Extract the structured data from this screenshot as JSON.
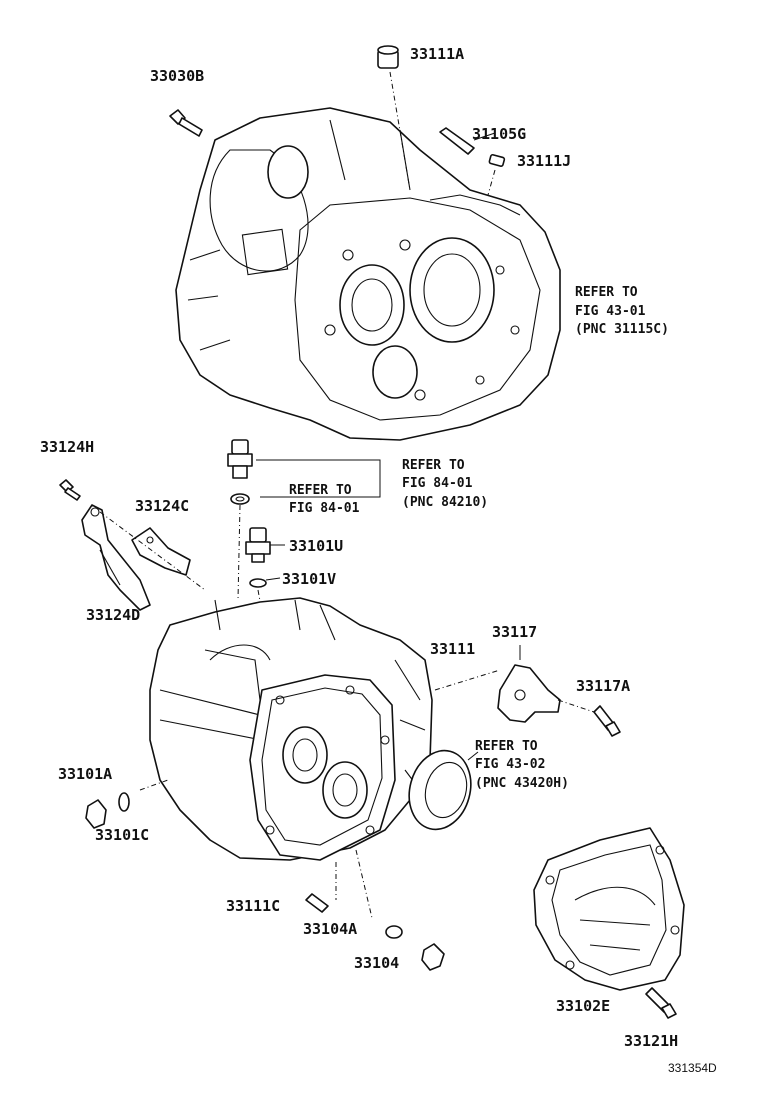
{
  "callouts": {
    "p33111A": "33111A",
    "p33030B": "33030B",
    "p31105G": "31105G",
    "p33111J": "33111J",
    "p33124H": "33124H",
    "p33124C": "33124C",
    "p33124D": "33124D",
    "p33101U": "33101U",
    "p33101V": "33101V",
    "p33111": "33111",
    "p33117": "33117",
    "p33117A": "33117A",
    "p33101A": "33101A",
    "p33101C": "33101C",
    "p33111C": "33111C",
    "p33104A": "33104A",
    "p33104": "33104",
    "p33102E": "33102E",
    "p33121H": "33121H"
  },
  "references": {
    "fig4301": {
      "l1": "REFER TO",
      "l2": "FIG 43-01",
      "l3": "(PNC 31115C)"
    },
    "fig8401a": {
      "l1": "REFER TO",
      "l2": "FIG 84-01",
      "l3": "(PNC 84210)"
    },
    "fig8401b": {
      "l1": "REFER TO",
      "l2": "FIG 84-01"
    },
    "fig4302": {
      "l1": "REFER TO",
      "l2": "FIG 43-02",
      "l3": "(PNC 43420H)"
    }
  },
  "diagram_code": "331354D"
}
